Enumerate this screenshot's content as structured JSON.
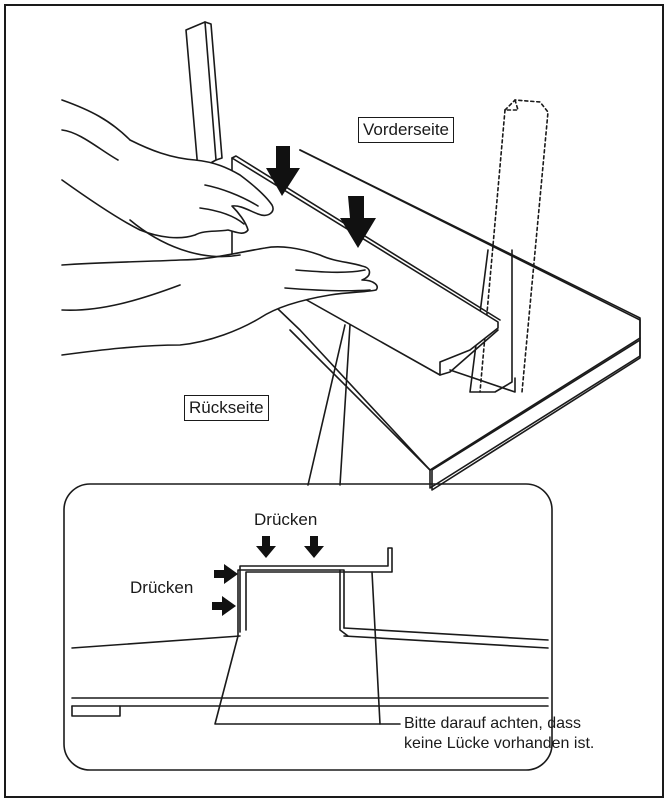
{
  "labels": {
    "front_side": "Vorderseite",
    "back_side": "Rückseite",
    "press_top": "Drücken",
    "press_left": "Drücken",
    "note_line1": "Bitte darauf achten, dass",
    "note_line2": "keine Lücke vorhanden ist."
  },
  "colors": {
    "line": "#1a1a1a",
    "background": "#ffffff",
    "arrow": "#111111"
  }
}
